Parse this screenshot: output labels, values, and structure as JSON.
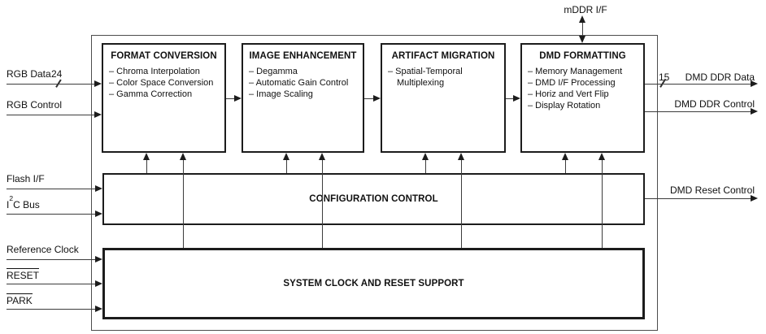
{
  "colors": {
    "ink": "#111111",
    "line": "#3c3c3c",
    "block_border": "#1c1c1c",
    "background": "#ffffff"
  },
  "top_port": {
    "label": "mDDR I/F",
    "direction": "bidirectional"
  },
  "blocks": [
    {
      "title": "FORMAT CONVERSION",
      "items": [
        "– Chroma Interpolation",
        "– Color Space Conversion",
        "– Gamma Correction"
      ]
    },
    {
      "title": "IMAGE ENHANCEMENT",
      "items": [
        "– Degamma",
        "– Automatic Gain Control",
        "– Image Scaling"
      ]
    },
    {
      "title": "ARTIFACT MIGRATION",
      "items": [
        "– Spatial-Temporal Multiplexing"
      ]
    },
    {
      "title": "DMD FORMATTING",
      "items": [
        "– Memory Management",
        "– DMD I/F Processing",
        "– Horiz and Vert Flip",
        "– Display Rotation"
      ]
    }
  ],
  "config_block": {
    "title": "CONFIGURATION CONTROL"
  },
  "system_block": {
    "title": "SYSTEM CLOCK AND RESET SUPPORT"
  },
  "left_ports": [
    {
      "label": "RGB Data",
      "bus_width": "24"
    },
    {
      "label": "RGB Control"
    },
    {
      "label": "Flash I/F"
    },
    {
      "pre": "I",
      "sup": "2",
      "post": "C Bus"
    },
    {
      "label": "Reference Clock"
    },
    {
      "label": "RESET",
      "active_low": true
    },
    {
      "label": "PARK",
      "active_low": true
    }
  ],
  "right_ports": [
    {
      "label": "DMD DDR Data",
      "bus_width": "15"
    },
    {
      "label": "DMD DDR Control"
    },
    {
      "label": "DMD Reset Control"
    }
  ]
}
